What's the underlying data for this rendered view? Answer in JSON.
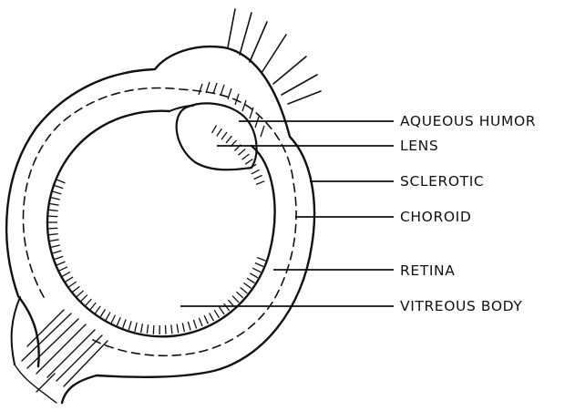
{
  "diagram": {
    "labels": {
      "aqueous_humor": "AQUEOUS HUMOR",
      "lens": "LENS",
      "sclerotic": "SCLEROTIC",
      "choroid": "CHOROID",
      "retina": "RETINA",
      "vitreous_body": "VITREOUS BODY"
    },
    "ink_color": "#111111",
    "background_color": "#ffffff"
  }
}
